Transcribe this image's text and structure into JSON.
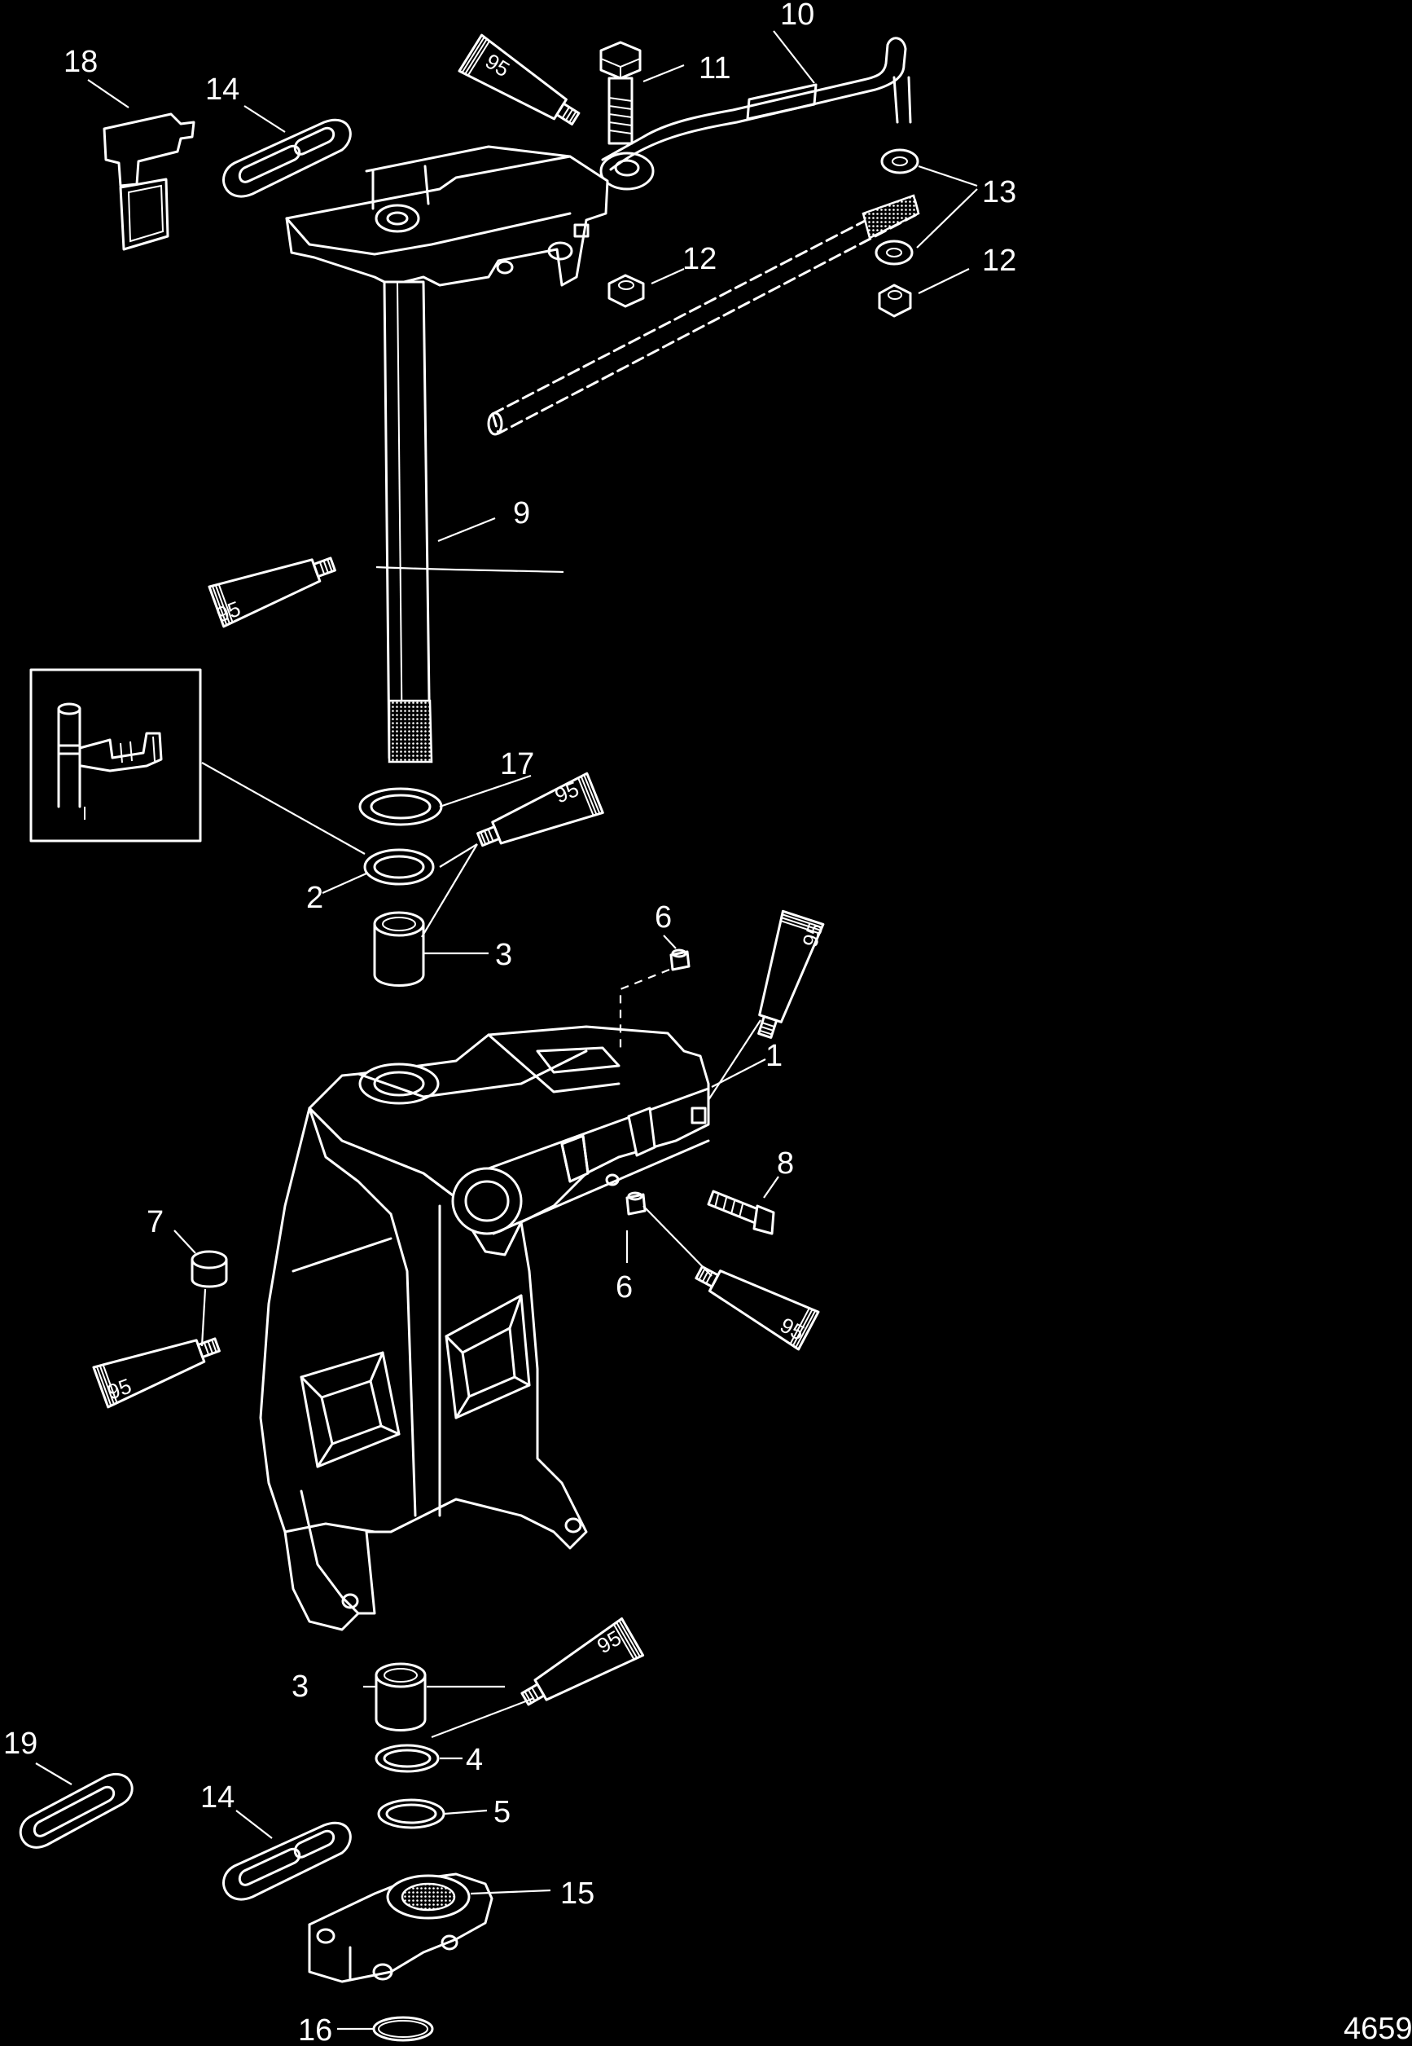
{
  "diagram": {
    "figure_number": "4659",
    "callouts": [
      {
        "id": "c1",
        "text": "1"
      },
      {
        "id": "c2",
        "text": "2"
      },
      {
        "id": "c3a",
        "text": "3"
      },
      {
        "id": "c3b",
        "text": "3"
      },
      {
        "id": "c4",
        "text": "4"
      },
      {
        "id": "c5",
        "text": "5"
      },
      {
        "id": "c6a",
        "text": "6"
      },
      {
        "id": "c6b",
        "text": "6"
      },
      {
        "id": "c7",
        "text": "7"
      },
      {
        "id": "c8",
        "text": "8"
      },
      {
        "id": "c9",
        "text": "9"
      },
      {
        "id": "c10",
        "text": "10"
      },
      {
        "id": "c11",
        "text": "11"
      },
      {
        "id": "c12a",
        "text": "12"
      },
      {
        "id": "c12b",
        "text": "12"
      },
      {
        "id": "c13",
        "text": "13"
      },
      {
        "id": "c14a",
        "text": "14"
      },
      {
        "id": "c14b",
        "text": "14"
      },
      {
        "id": "c15",
        "text": "15"
      },
      {
        "id": "c16",
        "text": "16"
      },
      {
        "id": "c17",
        "text": "17"
      },
      {
        "id": "c18",
        "text": "18"
      },
      {
        "id": "c19",
        "text": "19"
      }
    ],
    "lubricant_tubes": [
      {
        "id": "t1",
        "text": "95"
      },
      {
        "id": "t2",
        "text": "95"
      },
      {
        "id": "t3",
        "text": "95"
      },
      {
        "id": "t4",
        "text": "95"
      },
      {
        "id": "t5",
        "text": "95"
      },
      {
        "id": "t6",
        "text": "95"
      },
      {
        "id": "t7",
        "text": "95"
      }
    ]
  }
}
